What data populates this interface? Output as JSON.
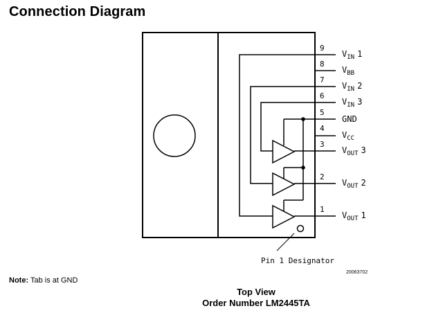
{
  "title": "Connection Diagram",
  "pins": [
    {
      "num": "9",
      "main": "V",
      "sub": "IN",
      "suffix": "1"
    },
    {
      "num": "8",
      "main": "V",
      "sub": "BB",
      "suffix": ""
    },
    {
      "num": "7",
      "main": "V",
      "sub": "IN",
      "suffix": "2"
    },
    {
      "num": "6",
      "main": "V",
      "sub": "IN",
      "suffix": "3"
    },
    {
      "num": "5",
      "main": "GND",
      "sub": "",
      "suffix": ""
    },
    {
      "num": "4",
      "main": "V",
      "sub": "CC",
      "suffix": ""
    },
    {
      "num": "3",
      "main": "V",
      "sub": "OUT",
      "suffix": "3"
    },
    {
      "num": "2",
      "main": "V",
      "sub": "OUT",
      "suffix": "2"
    },
    {
      "num": "1",
      "main": "V",
      "sub": "OUT",
      "suffix": "1"
    }
  ],
  "pin1_designator": "Pin 1 Designator",
  "part_code": "20063702",
  "note": {
    "label": "Note:",
    "text": "Tab is at GND"
  },
  "top_view": "Top View",
  "order_number": "Order Number LM2445TA"
}
